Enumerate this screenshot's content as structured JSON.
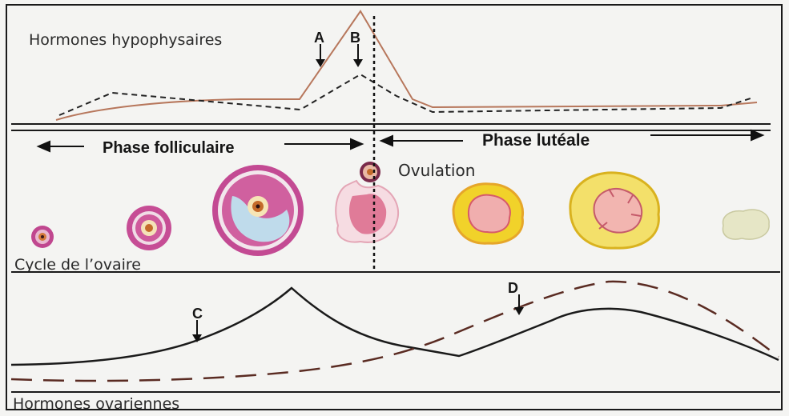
{
  "title_top": "Hormones hypophysaires",
  "marker_a": "A",
  "marker_b": "B",
  "phase_follicular": "Phase folliculaire",
  "phase_luteal": "Phase lutéale",
  "ovulation": "Ovulation",
  "ovary_cycle": "Cycle de l’ovaire",
  "marker_c": "C",
  "marker_d": "D",
  "title_bottom": "Hormones ovariennes",
  "colors": {
    "background": "#f4f4f2",
    "lh_curve": "#b7775c",
    "fsh_curve": "#222222",
    "follicle_pink": "#c0478f",
    "corpus_luteum": "#f1d22a",
    "progesterone_dash": "#5a2b22"
  }
}
